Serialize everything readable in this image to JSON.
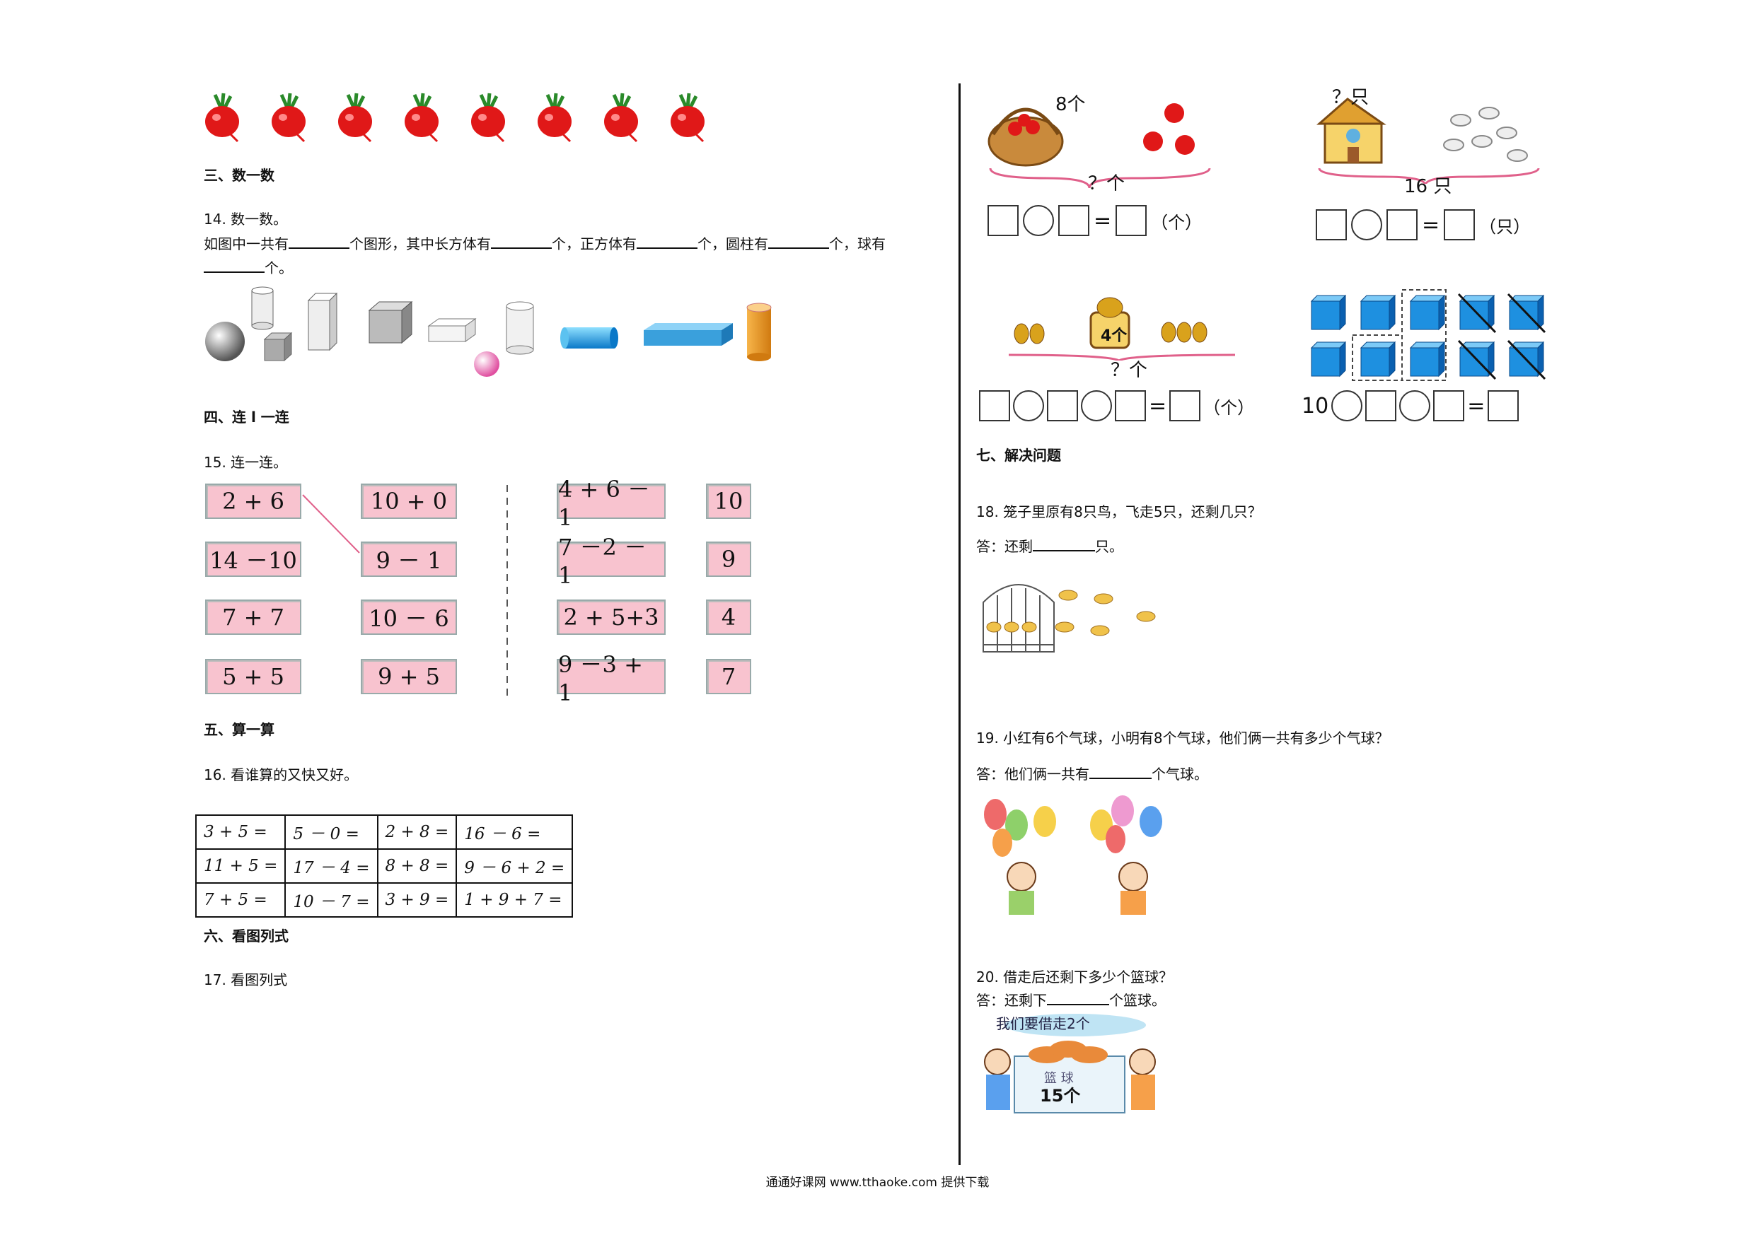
{
  "left": {
    "section3": "三、数一数",
    "q14": {
      "num": "14. 数一数。",
      "line1_a": "如图中一共有",
      "line1_b": "个图形，其中长方体有",
      "line1_c": "个，正方体有",
      "line1_d": "个，圆柱有",
      "line1_e": "个，球有",
      "line2_end": "个。"
    },
    "section4": "四、连 l 一连",
    "q15": {
      "num": "15. 连一连。",
      "col1": [
        "2 + 6",
        "14 －10",
        "7 + 7",
        "5 + 5"
      ],
      "col2": [
        "10 + 0",
        "9 － 1",
        "10 － 6",
        "9 + 5"
      ],
      "col3": [
        "4 + 6 － 1",
        "7 －2 － 1",
        "2 + 5+3",
        "9 －3 + 1"
      ],
      "col4": [
        "10",
        "9",
        "4",
        "7"
      ]
    },
    "section5": "五、算一算",
    "q16": {
      "num": "16. 看谁算的又快又好。",
      "rows": [
        [
          "3 + 5 =",
          "5 － 0 =",
          "2 + 8 =",
          "16 － 6 ="
        ],
        [
          "11 + 5 =",
          "17 － 4 =",
          "8 + 8 =",
          "9 － 6 + 2 ="
        ],
        [
          "7 + 5 =",
          "10 － 7 =",
          "3 + 9 =",
          "1 + 9 + 7 ="
        ]
      ]
    },
    "section6": "六、看图列式",
    "q17": "17. 看图列式"
  },
  "right": {
    "fig1": {
      "top": "8个",
      "bottom": "？个",
      "unit": "（个）"
    },
    "fig2": {
      "top": "？只",
      "bottom": "16 只",
      "unit": "（只）"
    },
    "fig3": {
      "label": "4个",
      "bottom": "？个",
      "unit": "（个）"
    },
    "fig4": {
      "start": "10"
    },
    "section7": "七、解决问题",
    "q18": {
      "question": "18. 笼子里原有8只鸟，飞走5只，还剩几只？",
      "ans_a": "答：还剩",
      "ans_b": "只。"
    },
    "q19": {
      "question": "19. 小红有6个气球，小明有8个气球，他们俩一共有多少个气球？",
      "ans_a": "答：他们俩一共有",
      "ans_b": "个气球。"
    },
    "q20": {
      "question": "20. 借走后还剩下多少个篮球？",
      "ans_a": "答：还剩下",
      "ans_b": "个篮球。",
      "bubble": "我们要借走2个",
      "box_label": "篮 球",
      "box_count": "15个"
    }
  },
  "footer": "通通好课网 www.tthaoke.com 提供下载"
}
